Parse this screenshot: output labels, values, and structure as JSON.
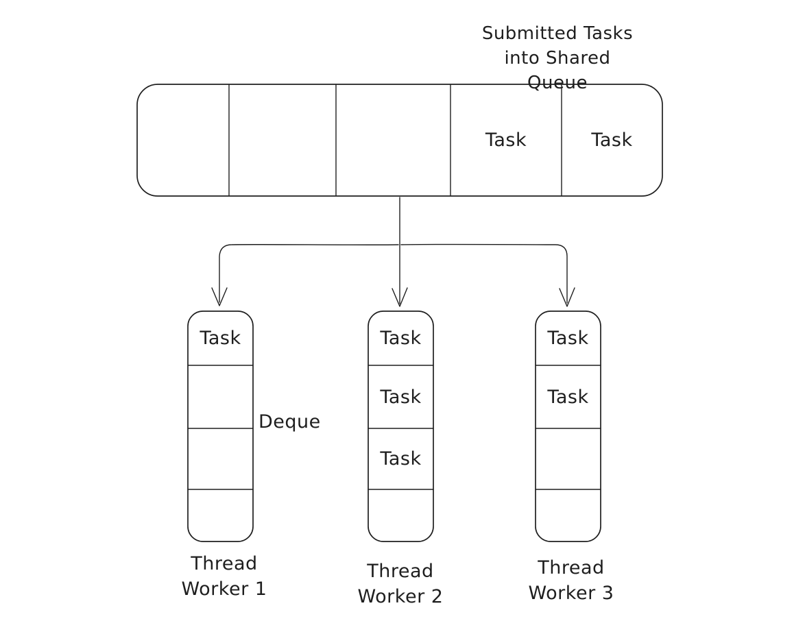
{
  "colors": {
    "stroke": "#1e1e1e",
    "background": "#ffffff"
  },
  "title": "Submitted Tasks into Shared Queue",
  "shared_queue": {
    "name": "Shared Queue",
    "cells": [
      "",
      "",
      "",
      "Task",
      "Task"
    ]
  },
  "deque_label": "Deque",
  "workers": [
    {
      "label": "Thread Worker 1",
      "deque_cells": [
        "Task",
        "",
        "",
        ""
      ]
    },
    {
      "label": "Thread Worker 2",
      "deque_cells": [
        "Task",
        "Task",
        "Task",
        ""
      ]
    },
    {
      "label": "Thread Worker 3",
      "deque_cells": [
        "Task",
        "Task",
        "",
        ""
      ]
    }
  ]
}
